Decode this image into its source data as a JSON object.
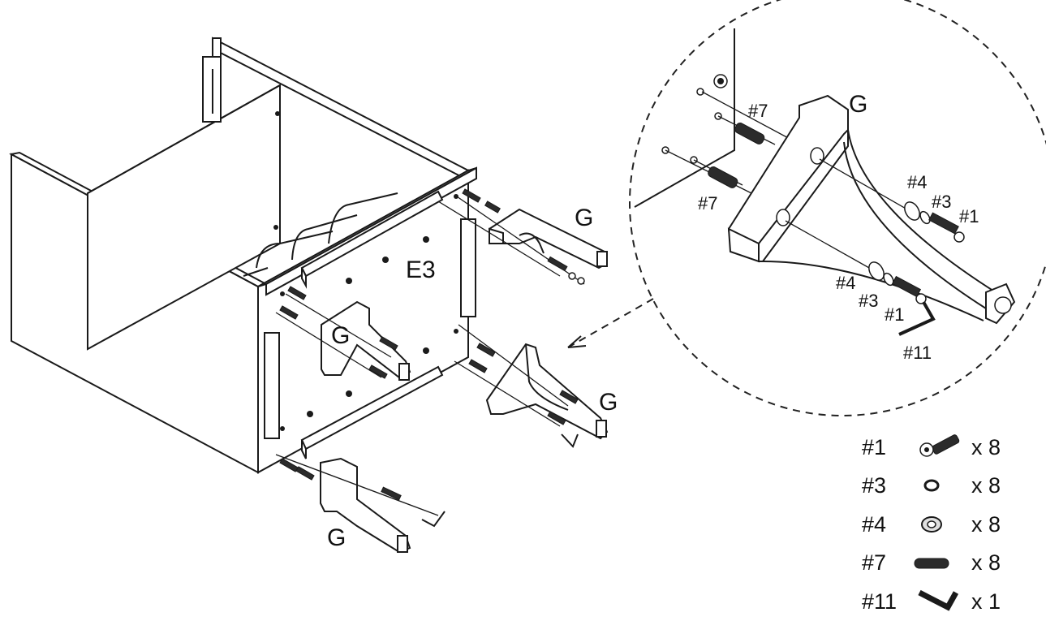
{
  "labels": {
    "part_g": "G",
    "panel_e3": "E3",
    "hw1": "#1",
    "hw3": "#3",
    "hw4": "#4",
    "hw7": "#7",
    "hw11": "#11"
  },
  "hardware_list": [
    {
      "id": "#1",
      "icon": "bolt-icon",
      "qty": "x 8"
    },
    {
      "id": "#3",
      "icon": "lock-washer-icon",
      "qty": "x 8"
    },
    {
      "id": "#4",
      "icon": "flat-washer-icon",
      "qty": "x 8"
    },
    {
      "id": "#7",
      "icon": "dowel-icon",
      "qty": "x 8"
    },
    {
      "id": "#11",
      "icon": "allen-key-icon",
      "qty": "x 1"
    }
  ]
}
